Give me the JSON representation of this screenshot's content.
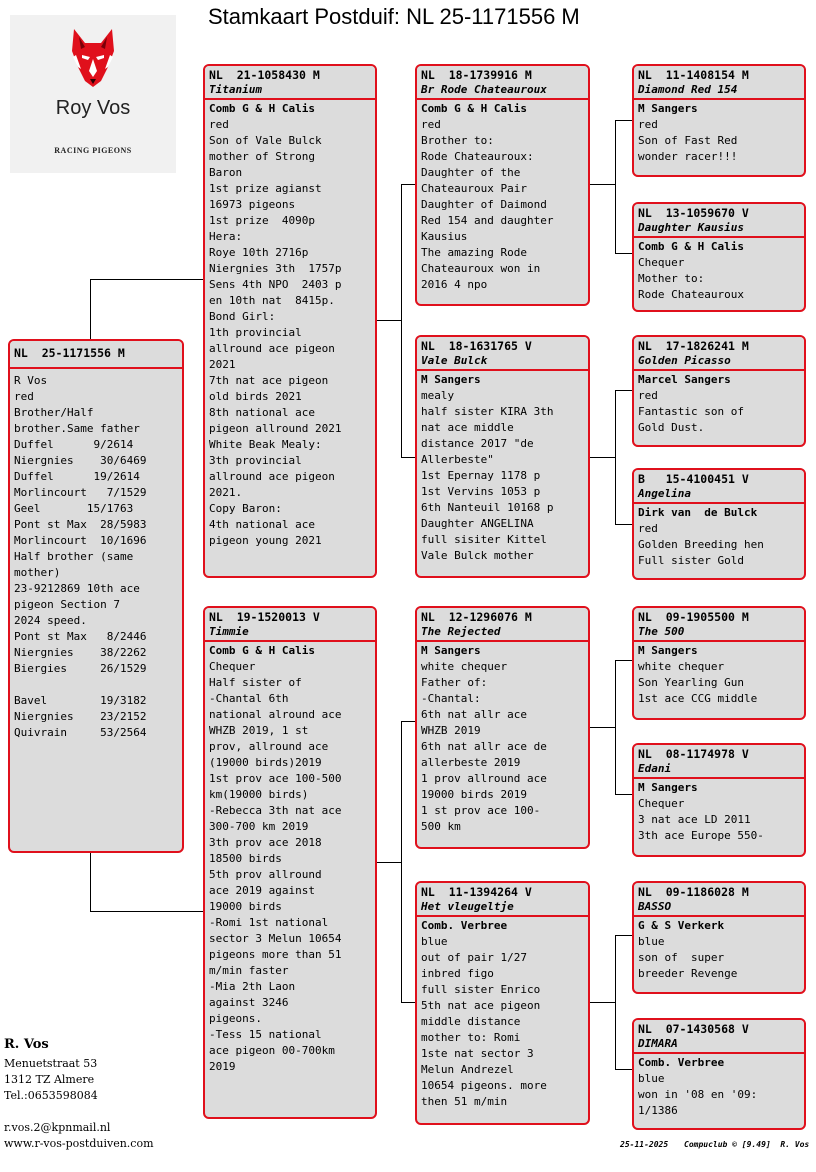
{
  "title": "Stamkaart Postduif: NL  25-1171556 M",
  "logo": {
    "name": "Roy Vos",
    "tagline": "RACING PIGEONS",
    "icon": "wolf-head-icon",
    "accent": "#e0101c"
  },
  "colors": {
    "border": "#e0101c",
    "card_bg": "#dcdcdc"
  },
  "subject": {
    "ring": "NL  25-1171556 M",
    "lines": [
      "R Vos",
      "red",
      "Brother/Half",
      "brother.Same father",
      "Duffel      9/2614",
      "Niergnies    30/6469",
      "Duffel      19/2614",
      "Morlincourt   7/1529",
      "Geel       15/1763",
      "Pont st Max  28/5983",
      "Morlincourt  10/1696",
      "Half brother (same",
      "mother)",
      "23-9212869 10th ace",
      "pigeon Section 7",
      "2024 speed.",
      "Pont st Max   8/2446",
      "Niergnies    38/2262",
      "Biergies     26/1529",
      "",
      "Bavel        19/3182",
      "Niergnies    23/2152",
      "Quivrain     53/2564"
    ]
  },
  "father": {
    "ring": "NL  21-1058430 M",
    "name": "Titanium",
    "breeder": "Comb G & H Calis",
    "lines": [
      "red",
      "Son of Vale Bulck",
      "mother of Strong",
      "Baron",
      "1st prize agianst",
      "16973 pigeons",
      "1st prize  4090p",
      "Hera:",
      "Roye 10th 2716p",
      "Niergnies 3th  1757p",
      "Sens 4th NPO  2403 p",
      "en 10th nat  8415p.",
      "Bond Girl:",
      "1th provincial",
      "allround ace pigeon",
      "2021",
      "7th nat ace pigeon",
      "old birds 2021",
      "8th national ace",
      "pigeon allround 2021",
      "White Beak Mealy:",
      "3th provincial",
      "allround ace pigeon",
      "2021.",
      "Copy Baron:",
      "4th national ace",
      "pigeon young 2021"
    ]
  },
  "mother": {
    "ring": "NL  19-1520013 V",
    "name": "Timmie",
    "breeder": "Comb G & H Calis",
    "lines": [
      "Chequer",
      "Half sister of",
      "-Chantal 6th",
      "national alround ace",
      "WHZB 2019, 1 st",
      "prov, allround ace",
      "(19000 birds)2019",
      "1st prov ace 100-500",
      "km(19000 birds)",
      "-Rebecca 3th nat ace",
      "300-700 km 2019",
      "3th prov ace 2018",
      "18500 birds",
      "5th prov allround",
      "ace 2019 against",
      "19000 birds",
      "-Romi 1st national",
      "sector 3 Melun 10654",
      "pigeons more than 51",
      "m/min faster",
      "-Mia 2th Laon",
      "against 3246",
      "pigeons.",
      "-Tess 15 national",
      "ace pigeon 00-700km",
      "2019"
    ]
  },
  "ff": {
    "ring": "NL  18-1739916 M",
    "name": "Br Rode Chateauroux",
    "breeder": "Comb G & H Calis",
    "lines": [
      "red",
      "Brother to:",
      "Rode Chateauroux:",
      "Daughter of the",
      "Chateauroux Pair",
      "Daughter of Daimond",
      "Red 154 and daughter",
      "Kausius",
      "The amazing Rode",
      "Chateauroux won in",
      "2016 4 npo"
    ]
  },
  "fm": {
    "ring": "NL  18-1631765 V",
    "name": "Vale Bulck",
    "breeder": "M Sangers",
    "lines": [
      "mealy",
      "half sister KIRA 3th",
      "nat ace middle",
      "distance 2017 \"de",
      "Allerbeste\"",
      "1st Epernay 1178 p",
      "1st Vervins 1053 p",
      "6th Nanteuil 10168 p",
      "Daughter ANGELINA",
      "full sisiter Kittel",
      "Vale Bulck mother"
    ]
  },
  "mf": {
    "ring": "NL  12-1296076 M",
    "name": "The Rejected",
    "breeder": "M Sangers",
    "lines": [
      "white chequer",
      "Father of:",
      "-Chantal:",
      "6th nat allr ace",
      "WHZB 2019",
      "6th nat allr ace de",
      "allerbeste 2019",
      "1 prov allround ace",
      "19000 birds 2019",
      "1 st prov ace 100-",
      "500 km"
    ]
  },
  "mm": {
    "ring": "NL  11-1394264 V",
    "name": "Het vleugeltje",
    "breeder": "Comb. Verbree",
    "lines": [
      "blue",
      "out of pair 1/27",
      "inbred figo",
      "full sister Enrico",
      "5th nat ace pigeon",
      "middle distance",
      "mother to: Romi",
      "1ste nat sector 3",
      "Melun Andrezel",
      "10654 pigeons. more",
      "then 51 m/min"
    ]
  },
  "fff": {
    "ring": "NL  11-1408154 M",
    "name": "Diamond Red 154",
    "breeder": "M Sangers",
    "lines": [
      "red",
      "Son of Fast Red",
      "wonder racer!!!"
    ]
  },
  "ffm": {
    "ring": "NL  13-1059670 V",
    "name": "Daughter Kausius",
    "breeder": "Comb G & H Calis",
    "lines": [
      "Chequer",
      "Mother to:",
      "Rode Chateauroux"
    ]
  },
  "fmf": {
    "ring": "NL  17-1826241 M",
    "name": "Golden Picasso",
    "breeder": "Marcel Sangers",
    "lines": [
      "red",
      "Fantastic son of",
      "Gold Dust."
    ]
  },
  "fmm": {
    "ring": "B   15-4100451 V",
    "name": "Angelina",
    "breeder": "Dirk van  de Bulck",
    "lines": [
      "red",
      "Golden Breeding hen",
      "Full sister Gold"
    ]
  },
  "mff": {
    "ring": "NL  09-1905500 M",
    "name": "The 500",
    "breeder": "M Sangers",
    "lines": [
      "white chequer",
      "Son Yearling Gun",
      "1st ace CCG middle"
    ]
  },
  "mfm": {
    "ring": "NL  08-1174978 V",
    "name": "Edani",
    "breeder": "M Sangers",
    "lines": [
      "Chequer",
      "3 nat ace LD 2011",
      "3th ace Europe 550-"
    ]
  },
  "mmf": {
    "ring": "NL  09-1186028 M",
    "name": "BASSO",
    "breeder": "G & S Verkerk",
    "lines": [
      "blue",
      "son of  super",
      "breeder Revenge"
    ]
  },
  "mmm": {
    "ring": "NL  07-1430568 V",
    "name": "DIMARA",
    "breeder": "Comb. Verbree",
    "lines": [
      "blue",
      "won in '08 en '09:",
      "1/1386"
    ]
  },
  "owner": {
    "name": "R. Vos",
    "street": "Menuetstraat 53",
    "city": "1312 TZ  Almere",
    "phone": "Tel.:0653598084",
    "email": "r.vos.2@kpnmail.nl",
    "website": "www.r-vos-postduiven.com"
  },
  "footer": {
    "date": "25-11-2025",
    "software": "Compuclub © [9.49]  R. Vos"
  }
}
